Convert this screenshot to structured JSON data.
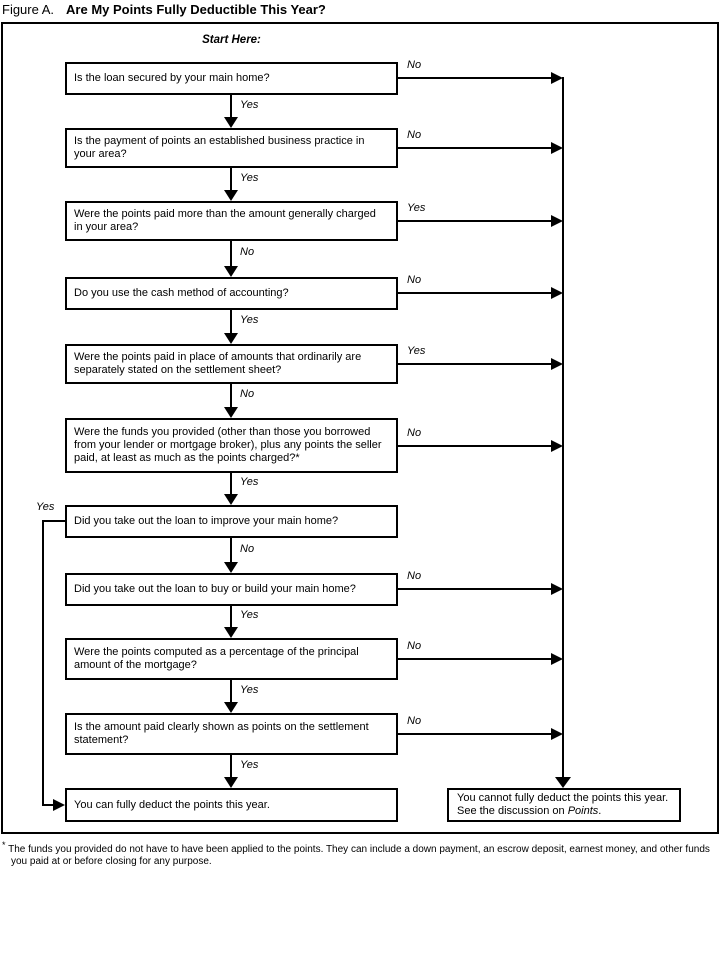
{
  "title": {
    "prefix": "Figure A.",
    "main": "Are My Points Fully Deductible This Year?"
  },
  "flow": {
    "start_label": "Start Here:",
    "boxes": [
      {
        "text": "Is the loan secured by your main home?"
      },
      {
        "text": "Is the payment of points an established business practice in your area?"
      },
      {
        "text": "Were the points paid more than the amount generally charged in your area?"
      },
      {
        "text": "Do you use the cash method of accounting?"
      },
      {
        "text": "Were the points paid in place of amounts that ordinarily are separately stated on the settlement sheet?"
      },
      {
        "text": "Were the funds you provided (other than those you borrowed from your lender or mortgage broker), plus any points the seller paid, at least as much as the points charged?*"
      },
      {
        "text": "Did you take out the loan to improve your main home?"
      },
      {
        "text": "Did you take out the loan to buy or build your main home?"
      },
      {
        "text": "Were the points computed as a percentage of the principal amount of the mortgage?"
      },
      {
        "text": "Is the amount paid clearly shown as points on the settlement statement?"
      },
      {
        "text": "You can fully deduct the points this year."
      }
    ],
    "down_labels": [
      "Yes",
      "Yes",
      "No",
      "Yes",
      "No",
      "Yes",
      "No",
      "Yes",
      "Yes",
      "Yes"
    ],
    "right_labels": [
      "No",
      "No",
      "Yes",
      "No",
      "Yes",
      "No",
      "No",
      "No",
      "No"
    ],
    "left_branch_label": "Yes",
    "negative_result": {
      "text_before": "You cannot fully deduct the points this year. See the discussion on ",
      "italic_word": "Points",
      "text_after": "."
    }
  },
  "footnote": {
    "marker": "*",
    "text": "The funds you provided do not have to have been applied to the points. They can include a down payment, an escrow deposit, earnest money, and other funds you paid at or before closing for any purpose."
  },
  "colors": {
    "ink": "#000000",
    "background": "#ffffff"
  }
}
